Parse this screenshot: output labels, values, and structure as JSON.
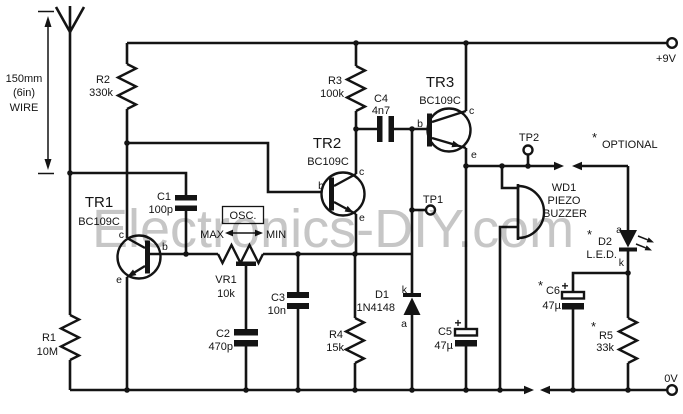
{
  "watermark": "Electronics-DIY.com",
  "power": {
    "positive": "+9V",
    "negative": "0V"
  },
  "antenna_note": {
    "line1": "150mm",
    "line2": "(6in)",
    "line3": "WIRE"
  },
  "optional_note": {
    "star": "*",
    "label": "OPTIONAL"
  },
  "oscillator": {
    "box": "OSC.",
    "max": "MAX",
    "min": "MIN"
  },
  "transistors": {
    "tr1": {
      "ref": "TR1",
      "part": "BC109C",
      "b": "b",
      "c": "c",
      "e": "e"
    },
    "tr2": {
      "ref": "TR2",
      "part": "BC109C",
      "b": "b",
      "c": "c",
      "e": "e"
    },
    "tr3": {
      "ref": "TR3",
      "part": "BC109C",
      "b": "b",
      "c": "c",
      "e": "e"
    }
  },
  "resistors": {
    "r1": {
      "ref": "R1",
      "value": "10M"
    },
    "r2": {
      "ref": "R2",
      "value": "330k"
    },
    "r3": {
      "ref": "R3",
      "value": "100k"
    },
    "r4": {
      "ref": "R4",
      "value": "15k"
    },
    "r5": {
      "star": "*",
      "ref": "R5",
      "value": "33k"
    },
    "vr1": {
      "ref": "VR1",
      "value": "10k"
    }
  },
  "capacitors": {
    "c1": {
      "ref": "C1",
      "value": "100p"
    },
    "c2": {
      "ref": "C2",
      "value": "470p"
    },
    "c3": {
      "ref": "C3",
      "value": "10n"
    },
    "c4": {
      "ref": "C4",
      "value": "4n7"
    },
    "c5": {
      "ref": "C5",
      "value": "47µ",
      "plus": "+"
    },
    "c6": {
      "star": "*",
      "ref": "C6",
      "value": "47µ",
      "plus": "+"
    }
  },
  "diodes": {
    "d1": {
      "ref": "D1",
      "value": "1N4148",
      "a": "a",
      "k": "k"
    },
    "d2": {
      "star": "*",
      "ref": "D2",
      "value": "L.E.D.",
      "a": "a",
      "k": "k"
    }
  },
  "buzzer": {
    "ref": "WD1",
    "line1": "PIEZO",
    "line2": "BUZZER"
  },
  "test_points": {
    "tp1": "TP1",
    "tp2": "TP2"
  }
}
